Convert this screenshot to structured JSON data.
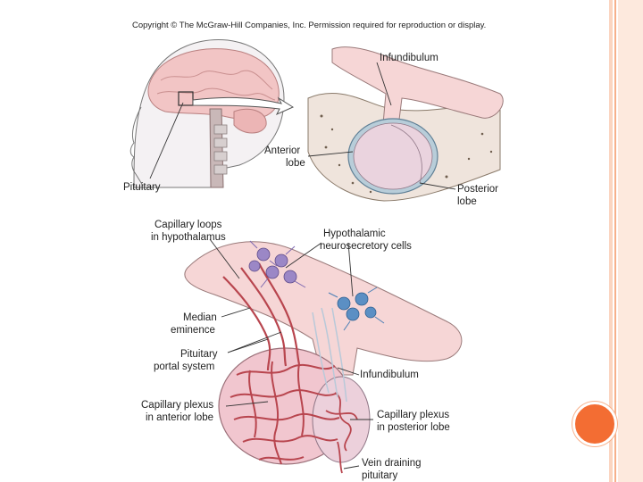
{
  "copyright": "Copyright © The McGraw-Hill Companies, Inc. Permission required for reproduction or display.",
  "labels": {
    "infundibulum_top": "Infundibulum",
    "anterior_lobe": [
      "Anterior",
      "lobe"
    ],
    "pituitary": "Pituitary",
    "posterior_lobe": [
      "Posterior",
      "lobe"
    ],
    "capillary_loops": [
      "Capillary loops",
      "in hypothalamus"
    ],
    "hypothalamic_cells": [
      "Hypothalamic",
      "neurosecretory cells"
    ],
    "median_eminence": [
      "Median",
      "eminence"
    ],
    "pituitary_portal": [
      "Pituitary",
      "portal system"
    ],
    "infundibulum_bottom": "Infundibulum",
    "capillary_plexus_anterior": [
      "Capillary plexus",
      "in anterior lobe"
    ],
    "capillary_plexus_posterior": [
      "Capillary plexus",
      "in posterior lobe"
    ],
    "vein_draining": [
      "Vein draining",
      "pituitary"
    ]
  },
  "colors": {
    "accent": "#f36d33",
    "border_light": "#fbd5c0",
    "border_mid": "#f7b08a",
    "tissue_pink": "#f6d6d6",
    "vessel_red": "#b8454e",
    "neuron_purple": "#9b87c6",
    "neuron_blue": "#5b8fc4"
  }
}
